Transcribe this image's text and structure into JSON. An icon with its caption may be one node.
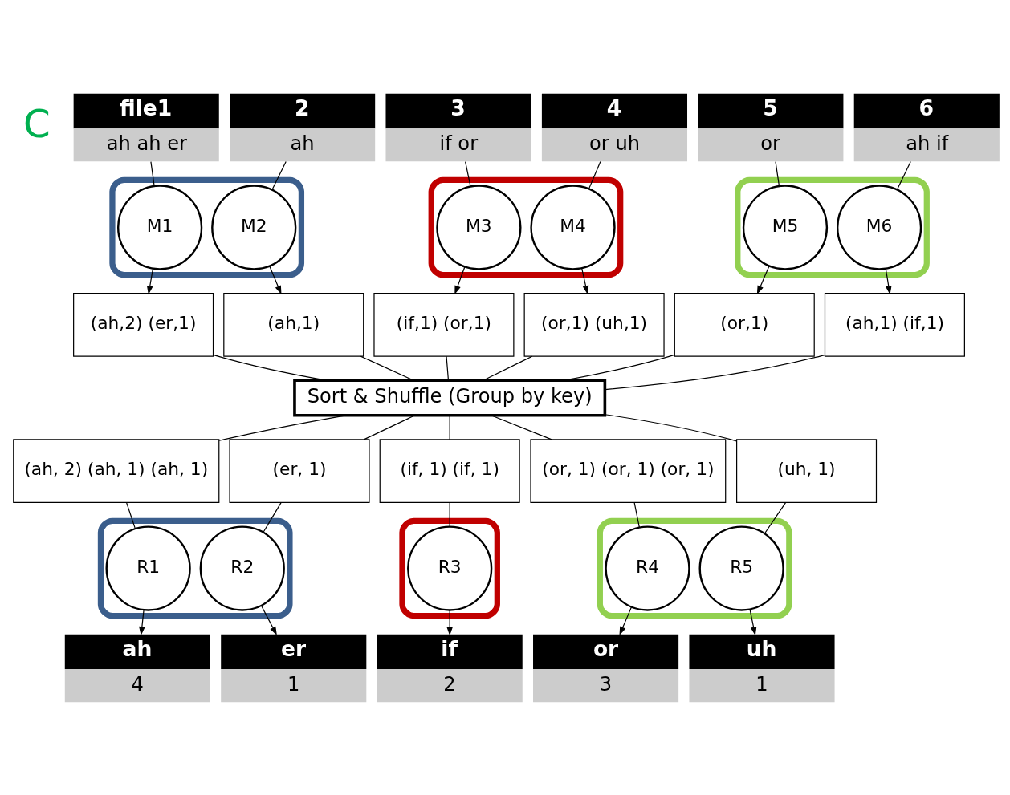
{
  "diagram": {
    "nodes": [
      {
        "text": [
          "file1",
          "ah ah er"
        ]
      },
      {
        "text": [
          "2",
          "ah"
        ]
      },
      {
        "text": [
          "3",
          "if or"
        ]
      },
      {
        "text": [
          "4",
          "or uh"
        ]
      },
      {
        "text": [
          "5",
          "or"
        ]
      },
      {
        "text": [
          "6",
          "ah if"
        ]
      },
      {
        "text": [],
        "shape": "box"
      },
      {
        "text": [
          "M1"
        ],
        "in": 6
      },
      {
        "text": [
          "M2"
        ],
        "in": 6
      },
      {
        "text": [],
        "shape": "box"
      },
      {
        "text": [
          "M3"
        ],
        "in": 9
      },
      {
        "text": [
          "M4"
        ],
        "in": 9
      },
      {
        "text": [],
        "shape": "box"
      },
      {
        "text": [
          "M5"
        ],
        "in": 12
      },
      {
        "text": [
          "M6"
        ],
        "in": 12
      },
      {
        "text": [
          "(ah,2) (er,1)"
        ]
      },
      {
        "text": [
          "(ah,1)"
        ]
      },
      {
        "text": [
          "(if,1) (or,1)"
        ]
      },
      {
        "text": [
          "(or,1) (uh,1)"
        ]
      },
      {
        "text": [
          "(or,1)"
        ]
      },
      {
        "text": [
          "(ah,1) (if,1)"
        ]
      },
      {
        "text": [
          "Sort & Shuffle (Group by key)"
        ]
      },
      {
        "text": [
          "(ah, 2) (ah, 1) (ah, 1)"
        ]
      },
      {
        "text": [
          "(er, 1)"
        ]
      },
      {
        "text": [
          "(if, 1) (if, 1)"
        ]
      },
      {
        "text": [
          "(or, 1) (or, 1) (or, 1)"
        ]
      },
      {
        "text": [
          "(uh, 1)"
        ]
      },
      {
        "text": [],
        "shape": "box"
      },
      {
        "text": [
          "R1"
        ],
        "in": 27
      },
      {
        "text": [
          "R2"
        ],
        "in": 27
      },
      {
        "text": [],
        "shape": "box"
      },
      {
        "text": [
          "R3"
        ],
        "in": 30
      },
      {
        "text": [],
        "shape": "box"
      },
      {
        "text": [
          "R4"
        ],
        "in": 32
      },
      {
        "text": [
          "R5"
        ],
        "in": 32
      },
      {
        "text": [
          "ah",
          "4"
        ]
      },
      {
        "text": [
          "er",
          "1"
        ]
      },
      {
        "text": [
          "if",
          "2"
        ]
      },
      {
        "text": [
          "or",
          "3"
        ]
      },
      {
        "text": [
          "uh",
          "1"
        ]
      }
    ],
    "edges": [
      {
        "from": 0,
        "to": 7,
        "arrow": "none"
      },
      {
        "from": 1,
        "to": 8,
        "arrow": "none"
      },
      {
        "from": 2,
        "to": 10,
        "arrow": "none"
      },
      {
        "from": 3,
        "to": 11,
        "arrow": "none"
      },
      {
        "from": 4,
        "to": 13,
        "arrow": "none"
      },
      {
        "from": 5,
        "to": 14,
        "arrow": "none"
      },
      {
        "from": 7,
        "to": 15,
        "arrow": "to"
      },
      {
        "from": 8,
        "to": 16,
        "arrow": "to"
      },
      {
        "from": 10,
        "to": 17,
        "arrow": "to"
      },
      {
        "from": 11,
        "to": 18,
        "arrow": "to"
      },
      {
        "from": 13,
        "to": 19,
        "arrow": "to"
      },
      {
        "from": 14,
        "to": 20,
        "arrow": "to"
      },
      {
        "from": 15,
        "to": 21,
        "arrow": "none"
      },
      {
        "from": 16,
        "to": 21,
        "arrow": "none"
      },
      {
        "from": 17,
        "to": 21,
        "arrow": "none"
      },
      {
        "from": 18,
        "to": 21,
        "arrow": "none"
      },
      {
        "from": 19,
        "to": 21,
        "arrow": "none"
      },
      {
        "from": 20,
        "to": 21,
        "arrow": "none"
      },
      {
        "from": 21,
        "to": 22,
        "arrow": "none"
      },
      {
        "from": 21,
        "to": 23,
        "arrow": "none"
      },
      {
        "from": 21,
        "to": 24,
        "arrow": "none"
      },
      {
        "from": 21,
        "to": 25,
        "arrow": "none"
      },
      {
        "from": 21,
        "to": 26,
        "arrow": "none"
      },
      {
        "from": 22,
        "to": 28,
        "arrow": "none"
      },
      {
        "from": 23,
        "to": 29,
        "arrow": "none"
      },
      {
        "from": 24,
        "to": 31,
        "arrow": "none"
      },
      {
        "from": 25,
        "to": 33,
        "arrow": "none"
      },
      {
        "from": 26,
        "to": 34,
        "arrow": "none"
      },
      {
        "from": 28,
        "to": 35,
        "arrow": "to"
      },
      {
        "from": 29,
        "to": 36,
        "arrow": "to"
      },
      {
        "from": 31,
        "to": 37,
        "arrow": "to"
      },
      {
        "from": 33,
        "to": 38,
        "arrow": "to"
      },
      {
        "from": 34,
        "to": 39,
        "arrow": "to"
      }
    ],
    "labels": [
      "C"
    ]
  }
}
